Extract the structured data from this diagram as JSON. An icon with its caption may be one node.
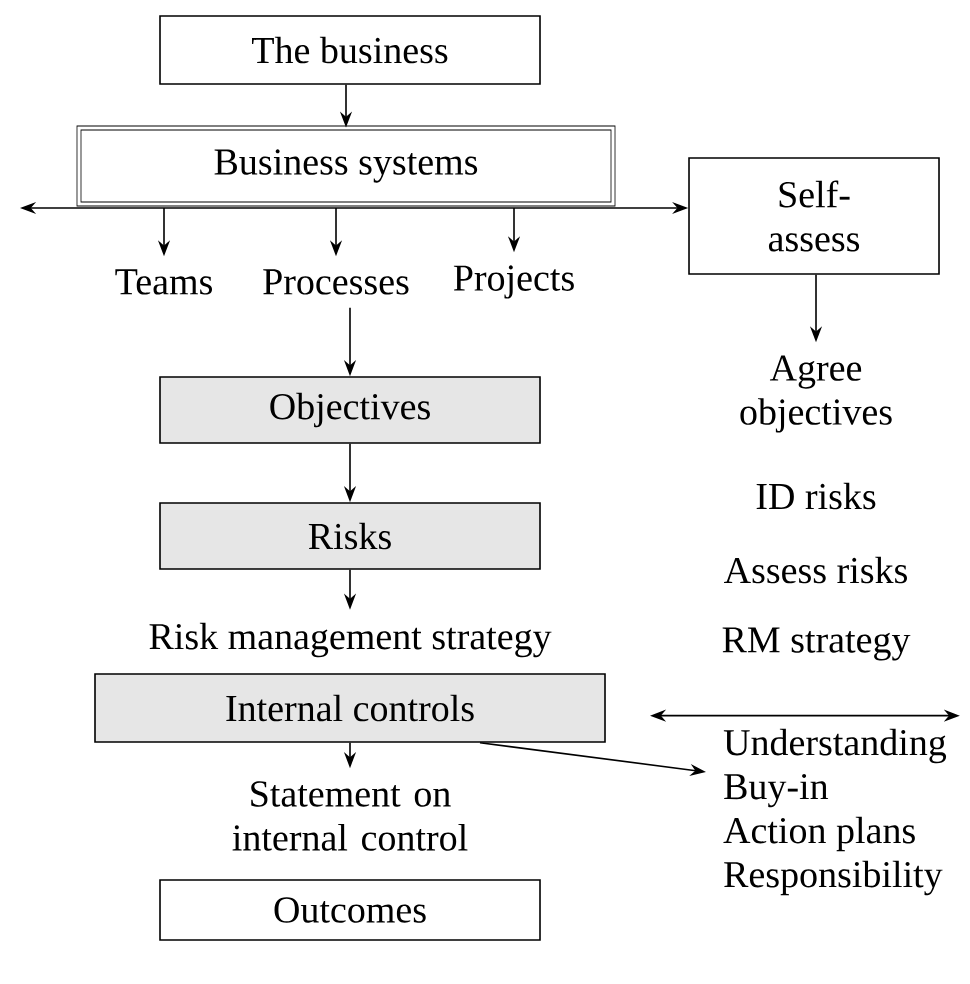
{
  "diagram": {
    "nodes": [
      {
        "text": [
          "The business"
        ]
      },
      {
        "text": [
          "Business systems"
        ]
      },
      {
        "text": [
          "Teams"
        ]
      },
      {
        "text": [
          "Processes"
        ]
      },
      {
        "text": [
          "Projects"
        ]
      },
      {
        "text": [
          "Self-assess"
        ]
      },
      {
        "text": [
          "Objectives"
        ]
      },
      {
        "text": [
          "Risks"
        ]
      },
      {
        "text": [
          "Risk management strategy"
        ]
      },
      {
        "text": [
          "Internal controls"
        ]
      },
      {
        "text": [
          "Statement on internal control"
        ]
      },
      {
        "text": [
          "Outcomes"
        ]
      },
      {
        "text": [
          "Agree objectives"
        ]
      },
      {
        "text": [
          "ID risks"
        ]
      },
      {
        "text": [
          "Assess risks"
        ]
      },
      {
        "text": [
          "RM strategy"
        ]
      },
      {
        "text": [
          "Understanding",
          "Buy-in",
          "Action plans",
          "Responsibility"
        ]
      }
    ],
    "edges": [
      {
        "from": 0,
        "to": 1,
        "arrow": "to"
      },
      {
        "from": null,
        "to": 5,
        "arrow": "both"
      },
      {
        "from": 1,
        "to": 2,
        "arrow": "to"
      },
      {
        "from": 1,
        "to": 3,
        "arrow": "to"
      },
      {
        "from": 1,
        "to": 4,
        "arrow": "to"
      },
      {
        "from": 3,
        "to": 6,
        "arrow": "to"
      },
      {
        "from": 6,
        "to": 7,
        "arrow": "to"
      },
      {
        "from": 7,
        "to": 8,
        "arrow": "to"
      },
      {
        "from": 9,
        "to": 10,
        "arrow": "to"
      },
      {
        "from": 9,
        "to": 16,
        "arrow": "to"
      },
      {
        "from": null,
        "to": 16,
        "arrow": "both"
      },
      {
        "from": 5,
        "to": 12,
        "arrow": "to"
      }
    ]
  }
}
